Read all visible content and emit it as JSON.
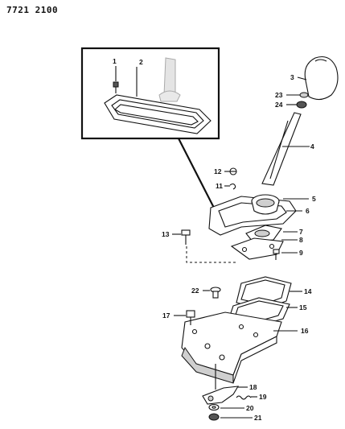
{
  "document_number": "7721 2100",
  "callouts": [
    {
      "id": "1",
      "label": "1"
    },
    {
      "id": "2",
      "label": "2"
    },
    {
      "id": "3",
      "label": "3"
    },
    {
      "id": "4",
      "label": "4"
    },
    {
      "id": "5",
      "label": "5"
    },
    {
      "id": "6",
      "label": "6"
    },
    {
      "id": "7",
      "label": "7"
    },
    {
      "id": "8",
      "label": "8"
    },
    {
      "id": "9",
      "label": "9"
    },
    {
      "id": "11",
      "label": "11"
    },
    {
      "id": "12",
      "label": "12"
    },
    {
      "id": "13",
      "label": "13"
    },
    {
      "id": "14",
      "label": "14"
    },
    {
      "id": "15",
      "label": "15"
    },
    {
      "id": "16",
      "label": "16"
    },
    {
      "id": "17",
      "label": "17"
    },
    {
      "id": "18",
      "label": "18"
    },
    {
      "id": "19",
      "label": "19"
    },
    {
      "id": "20",
      "label": "20"
    },
    {
      "id": "21",
      "label": "21"
    },
    {
      "id": "22",
      "label": "22"
    },
    {
      "id": "23",
      "label": "23"
    },
    {
      "id": "24",
      "label": "24"
    }
  ]
}
